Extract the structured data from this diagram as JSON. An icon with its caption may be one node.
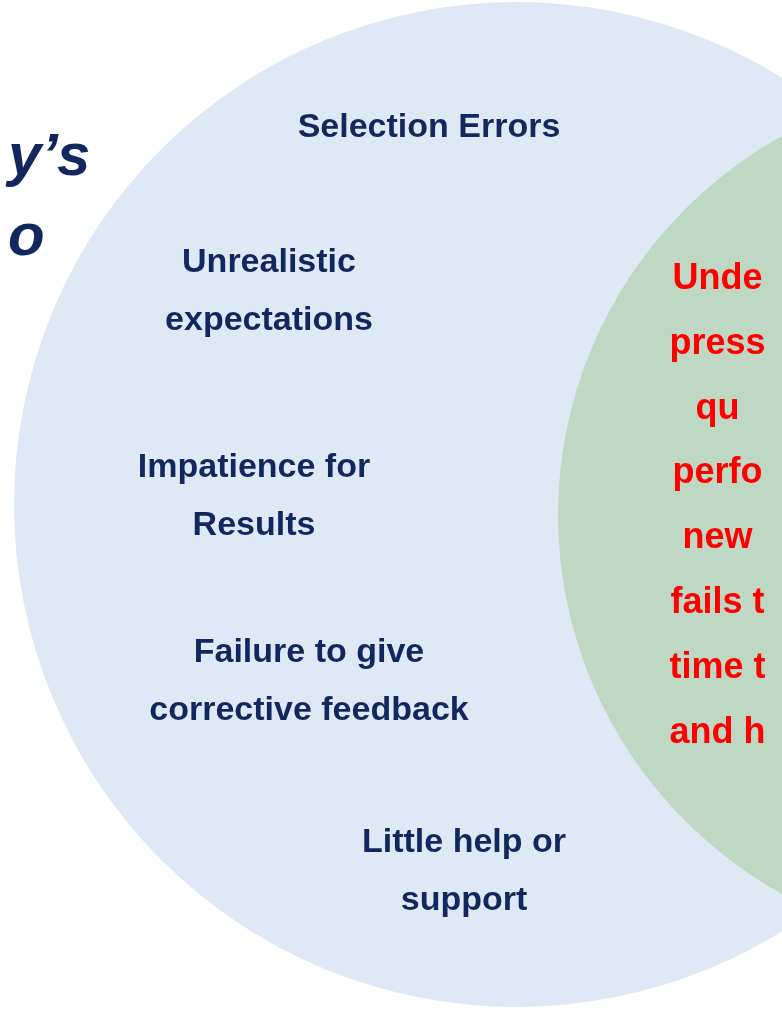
{
  "diagram": {
    "nodes": [
      {
        "text": [
          "Selection Errors",
          "Unrealistic expectations",
          "Impatience for Results",
          "Failure to give corrective feedback",
          "Little help or support"
        ]
      },
      {
        "text": [
          "Unde press qu perfo new fails t time t and h"
        ]
      }
    ],
    "labels": [
      "y’s",
      "o"
    ]
  }
}
